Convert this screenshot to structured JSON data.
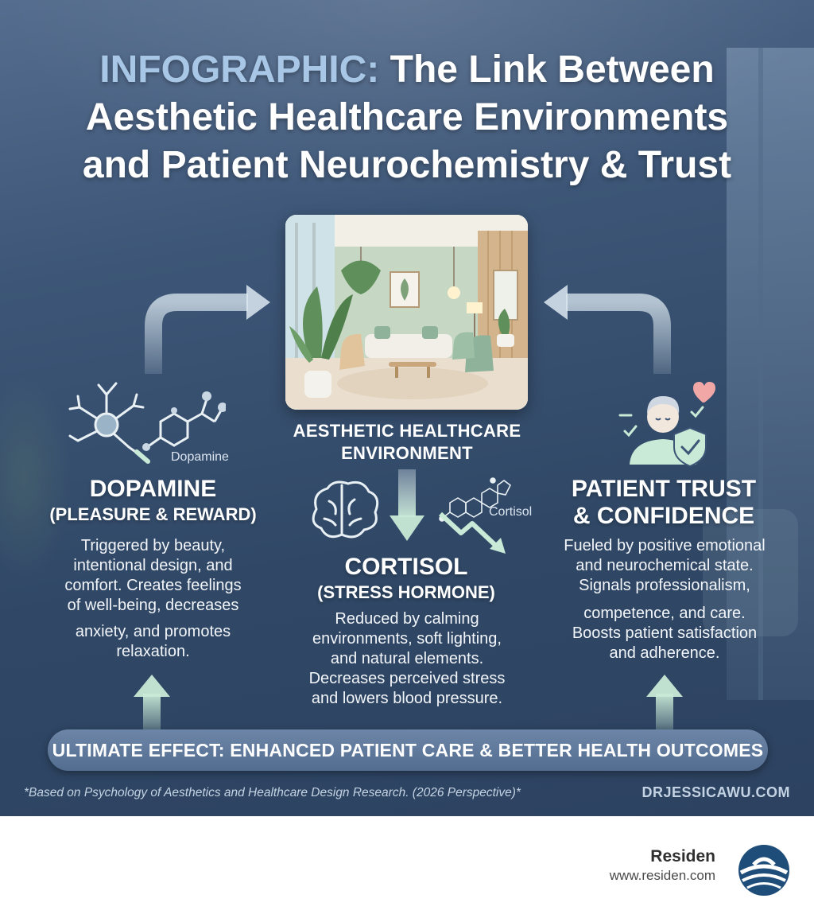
{
  "title": {
    "prefix": "INFOGRAPHIC:",
    "line1_rest": " The Link Between",
    "line2": "Aesthetic Healthcare Environments",
    "line3": "and Patient Neurochemistry & Trust"
  },
  "center": {
    "label_line1": "AESTHETIC HEALTHCARE",
    "label_line2": "ENVIRONMENT"
  },
  "dopamine": {
    "molecule_label": "Dopamine",
    "title": "DOPAMINE",
    "subtitle": "(PLEASURE & REWARD)",
    "body_lines": [
      "Triggered by beauty,",
      "intentional design, and",
      "comfort. Creates feelings",
      "of well-being, decreases",
      "anxiety, and promotes",
      "relaxation."
    ]
  },
  "cortisol": {
    "molecule_label": "Cortisol",
    "title": "CORTISOL",
    "subtitle": "(STRESS HORMONE)",
    "body_lines": [
      "Reduced by calming",
      "environments, soft lighting,",
      "and natural elements.",
      "Decreases perceived stress",
      "and lowers blood pressure."
    ]
  },
  "trust": {
    "title_line1": "PATIENT TRUST",
    "title_line2": "& CONFIDENCE",
    "body_lines": [
      "Fueled by positive emotional",
      "and neurochemical state.",
      "Signals professionalism,",
      "competence, and care.",
      "Boosts patient satisfaction",
      "and adherence."
    ]
  },
  "outcome": "ULTIMATE EFFECT: ENHANCED PATIENT CARE & BETTER HEALTH OUTCOMES",
  "footnote": "*Based on Psychology of Aesthetics and Healthcare Design Research. (2026 Perspective)*",
  "site": "DRJESSICAWU.COM",
  "brand": {
    "name": "Residen",
    "url": "www.residen.com"
  },
  "icons": {
    "neuron": "neuron-icon",
    "molecule": "molecule-icon",
    "brain": "brain-icon",
    "trend": "down-trend-arrow-icon",
    "patient": "patient-icon",
    "heart": "heart-icon",
    "shield": "shield-check-icon",
    "logo": "residen-logo"
  },
  "colors": {
    "background": "#3d5677",
    "title_accent": "#a8c7e6",
    "arrow": "#dce9f1",
    "icon_green": "#c9ead6",
    "heart": "#f2a7a7",
    "logo_blue": "#1f4d7a"
  }
}
